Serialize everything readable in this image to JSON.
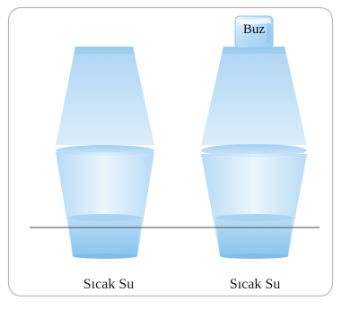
{
  "diagram": {
    "left_setup": {
      "label": "Sıcak Su"
    },
    "right_setup": {
      "label": "Sıcak Su",
      "ice_label": "Buz"
    },
    "colors": {
      "frame_border": "#b9b9b9",
      "glass_blue": "#8fc3ec",
      "glass_light": "#d8ecfa",
      "water_blue": "#8cc6ef",
      "table_line": "#6e6e6e",
      "ice_blue": "#b7dcf5"
    }
  }
}
